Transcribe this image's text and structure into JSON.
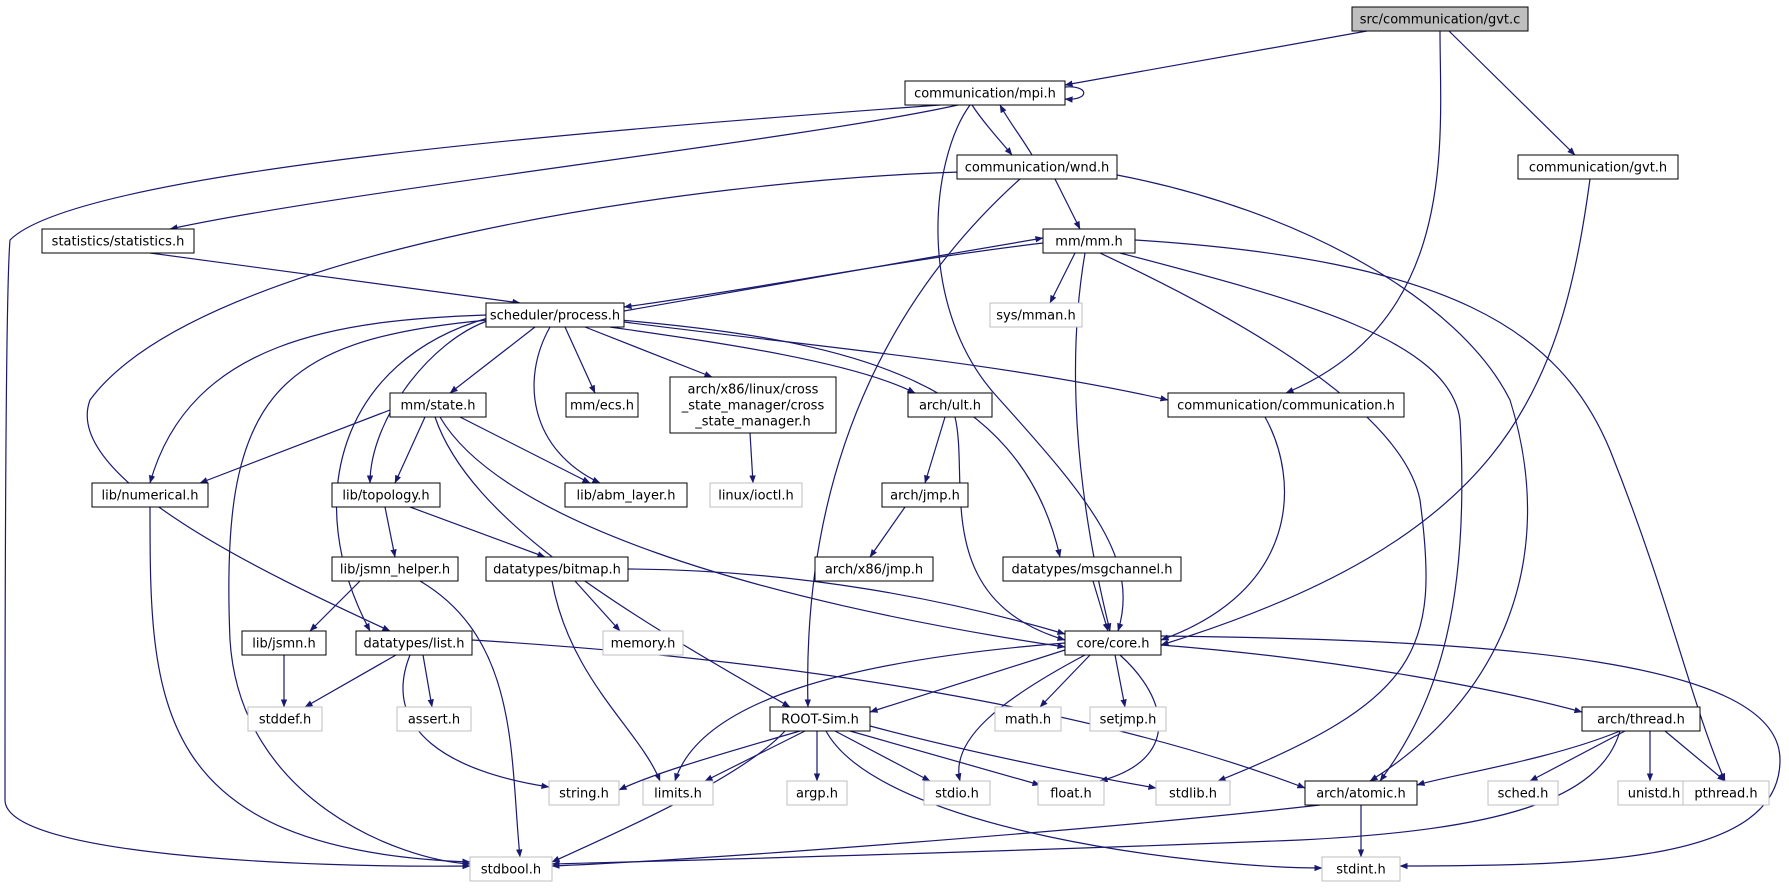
{
  "colors": {
    "edge": "#191970",
    "root_fill": "#bfbfbf",
    "local_border": "#000000",
    "external_border": "#bfbfbf",
    "external_text": "#7f7f7f",
    "box_fill": "#ffffff"
  },
  "nodes": [
    {
      "id": "gvt_c",
      "label": "src/communication/gvt.c",
      "kind": "root"
    },
    {
      "id": "mpi_h",
      "label": "communication/mpi.h",
      "kind": "local"
    },
    {
      "id": "wnd_h",
      "label": "communication/wnd.h",
      "kind": "local"
    },
    {
      "id": "gvt_h",
      "label": "communication/gvt.h",
      "kind": "local"
    },
    {
      "id": "statistics_h",
      "label": "statistics/statistics.h",
      "kind": "local"
    },
    {
      "id": "mm_h",
      "label": "mm/mm.h",
      "kind": "local"
    },
    {
      "id": "process_h",
      "label": "scheduler/process.h",
      "kind": "local"
    },
    {
      "id": "sys_mman_h",
      "label": "sys/mman.h",
      "kind": "external"
    },
    {
      "id": "state_h",
      "label": "mm/state.h",
      "kind": "local"
    },
    {
      "id": "ecs_h",
      "label": "mm/ecs.h",
      "kind": "local"
    },
    {
      "id": "csm_h",
      "label": "arch/x86/linux/cross\n_state_manager/cross\n_state_manager.h",
      "kind": "local"
    },
    {
      "id": "ult_h",
      "label": "arch/ult.h",
      "kind": "local"
    },
    {
      "id": "communication_h",
      "label": "communication/communication.h",
      "kind": "local"
    },
    {
      "id": "numerical_h",
      "label": "lib/numerical.h",
      "kind": "local"
    },
    {
      "id": "topology_h",
      "label": "lib/topology.h",
      "kind": "local"
    },
    {
      "id": "abm_layer_h",
      "label": "lib/abm_layer.h",
      "kind": "local"
    },
    {
      "id": "ioctl_h",
      "label": "linux/ioctl.h",
      "kind": "external"
    },
    {
      "id": "jmp_h",
      "label": "arch/jmp.h",
      "kind": "local"
    },
    {
      "id": "x86_jmp_h",
      "label": "arch/x86/jmp.h",
      "kind": "local"
    },
    {
      "id": "jsmn_helper_h",
      "label": "lib/jsmn_helper.h",
      "kind": "local"
    },
    {
      "id": "bitmap_h",
      "label": "datatypes/bitmap.h",
      "kind": "local"
    },
    {
      "id": "msgchannel_h",
      "label": "datatypes/msgchannel.h",
      "kind": "local"
    },
    {
      "id": "jsmn_h",
      "label": "lib/jsmn.h",
      "kind": "local"
    },
    {
      "id": "list_h",
      "label": "datatypes/list.h",
      "kind": "local"
    },
    {
      "id": "memory_h",
      "label": "memory.h",
      "kind": "external"
    },
    {
      "id": "core_h",
      "label": "core/core.h",
      "kind": "local"
    },
    {
      "id": "stddef_h",
      "label": "stddef.h",
      "kind": "external"
    },
    {
      "id": "assert_h",
      "label": "assert.h",
      "kind": "external"
    },
    {
      "id": "rootsim_h",
      "label": "ROOT-Sim.h",
      "kind": "local"
    },
    {
      "id": "math_h",
      "label": "math.h",
      "kind": "external"
    },
    {
      "id": "setjmp_h",
      "label": "setjmp.h",
      "kind": "external"
    },
    {
      "id": "thread_h",
      "label": "arch/thread.h",
      "kind": "local"
    },
    {
      "id": "string_h",
      "label": "string.h",
      "kind": "external"
    },
    {
      "id": "limits_h",
      "label": "limits.h",
      "kind": "external"
    },
    {
      "id": "argp_h",
      "label": "argp.h",
      "kind": "external"
    },
    {
      "id": "stdio_h",
      "label": "stdio.h",
      "kind": "external"
    },
    {
      "id": "float_h",
      "label": "float.h",
      "kind": "external"
    },
    {
      "id": "stdlib_h",
      "label": "stdlib.h",
      "kind": "external"
    },
    {
      "id": "atomic_h",
      "label": "arch/atomic.h",
      "kind": "local"
    },
    {
      "id": "sched_h",
      "label": "sched.h",
      "kind": "external"
    },
    {
      "id": "unistd_h",
      "label": "unistd.h",
      "kind": "external"
    },
    {
      "id": "pthread_h",
      "label": "pthread.h",
      "kind": "external"
    },
    {
      "id": "stdbool_h",
      "label": "stdbool.h",
      "kind": "external"
    },
    {
      "id": "stdint_h",
      "label": "stdint.h",
      "kind": "external"
    }
  ],
  "edges": [
    [
      "gvt_c",
      "mpi_h"
    ],
    [
      "gvt_c",
      "communication_h"
    ],
    [
      "gvt_c",
      "gvt_h"
    ],
    [
      "mpi_h",
      "mpi_h"
    ],
    [
      "mpi_h",
      "stdbool_h"
    ],
    [
      "mpi_h",
      "statistics_h"
    ],
    [
      "mpi_h",
      "wnd_h"
    ],
    [
      "mpi_h",
      "core_h"
    ],
    [
      "wnd_h",
      "mpi_h"
    ],
    [
      "wnd_h",
      "list_h"
    ],
    [
      "wnd_h",
      "rootsim_h"
    ],
    [
      "wnd_h",
      "mm_h"
    ],
    [
      "wnd_h",
      "atomic_h"
    ],
    [
      "gvt_h",
      "core_h"
    ],
    [
      "statistics_h",
      "process_h"
    ],
    [
      "mm_h",
      "process_h"
    ],
    [
      "mm_h",
      "sys_mman_h"
    ],
    [
      "mm_h",
      "core_h"
    ],
    [
      "mm_h",
      "stdlib_h"
    ],
    [
      "mm_h",
      "atomic_h"
    ],
    [
      "mm_h",
      "pthread_h"
    ],
    [
      "process_h",
      "mm_h"
    ],
    [
      "process_h",
      "state_h"
    ],
    [
      "process_h",
      "ecs_h"
    ],
    [
      "process_h",
      "csm_h"
    ],
    [
      "process_h",
      "ult_h"
    ],
    [
      "process_h",
      "communication_h"
    ],
    [
      "process_h",
      "numerical_h"
    ],
    [
      "process_h",
      "topology_h"
    ],
    [
      "process_h",
      "abm_layer_h"
    ],
    [
      "process_h",
      "list_h"
    ],
    [
      "process_h",
      "msgchannel_h"
    ],
    [
      "process_h",
      "stdbool_h"
    ],
    [
      "state_h",
      "numerical_h"
    ],
    [
      "state_h",
      "topology_h"
    ],
    [
      "state_h",
      "abm_layer_h"
    ],
    [
      "state_h",
      "rootsim_h"
    ],
    [
      "state_h",
      "core_h"
    ],
    [
      "csm_h",
      "ioctl_h"
    ],
    [
      "ult_h",
      "jmp_h"
    ],
    [
      "ult_h",
      "core_h"
    ],
    [
      "jmp_h",
      "x86_jmp_h"
    ],
    [
      "communication_h",
      "core_h"
    ],
    [
      "numerical_h",
      "stdbool_h"
    ],
    [
      "topology_h",
      "jsmn_helper_h"
    ],
    [
      "topology_h",
      "bitmap_h"
    ],
    [
      "jsmn_helper_h",
      "jsmn_h"
    ],
    [
      "jsmn_helper_h",
      "stdbool_h"
    ],
    [
      "bitmap_h",
      "memory_h"
    ],
    [
      "bitmap_h",
      "limits_h"
    ],
    [
      "bitmap_h",
      "core_h"
    ],
    [
      "msgchannel_h",
      "core_h"
    ],
    [
      "jsmn_h",
      "stddef_h"
    ],
    [
      "list_h",
      "stddef_h"
    ],
    [
      "list_h",
      "assert_h"
    ],
    [
      "list_h",
      "string_h"
    ],
    [
      "list_h",
      "atomic_h"
    ],
    [
      "core_h",
      "rootsim_h"
    ],
    [
      "core_h",
      "math_h"
    ],
    [
      "core_h",
      "setjmp_h"
    ],
    [
      "core_h",
      "thread_h"
    ],
    [
      "core_h",
      "limits_h"
    ],
    [
      "core_h",
      "stdio_h"
    ],
    [
      "core_h",
      "float_h"
    ],
    [
      "core_h",
      "stdint_h"
    ],
    [
      "rootsim_h",
      "string_h"
    ],
    [
      "rootsim_h",
      "limits_h"
    ],
    [
      "rootsim_h",
      "argp_h"
    ],
    [
      "rootsim_h",
      "stdio_h"
    ],
    [
      "rootsim_h",
      "float_h"
    ],
    [
      "rootsim_h",
      "stdlib_h"
    ],
    [
      "rootsim_h",
      "stdbool_h"
    ],
    [
      "rootsim_h",
      "stdint_h"
    ],
    [
      "thread_h",
      "atomic_h"
    ],
    [
      "thread_h",
      "sched_h"
    ],
    [
      "thread_h",
      "unistd_h"
    ],
    [
      "thread_h",
      "pthread_h"
    ],
    [
      "thread_h",
      "stdbool_h"
    ],
    [
      "atomic_h",
      "stdbool_h"
    ],
    [
      "atomic_h",
      "stdint_h"
    ]
  ]
}
